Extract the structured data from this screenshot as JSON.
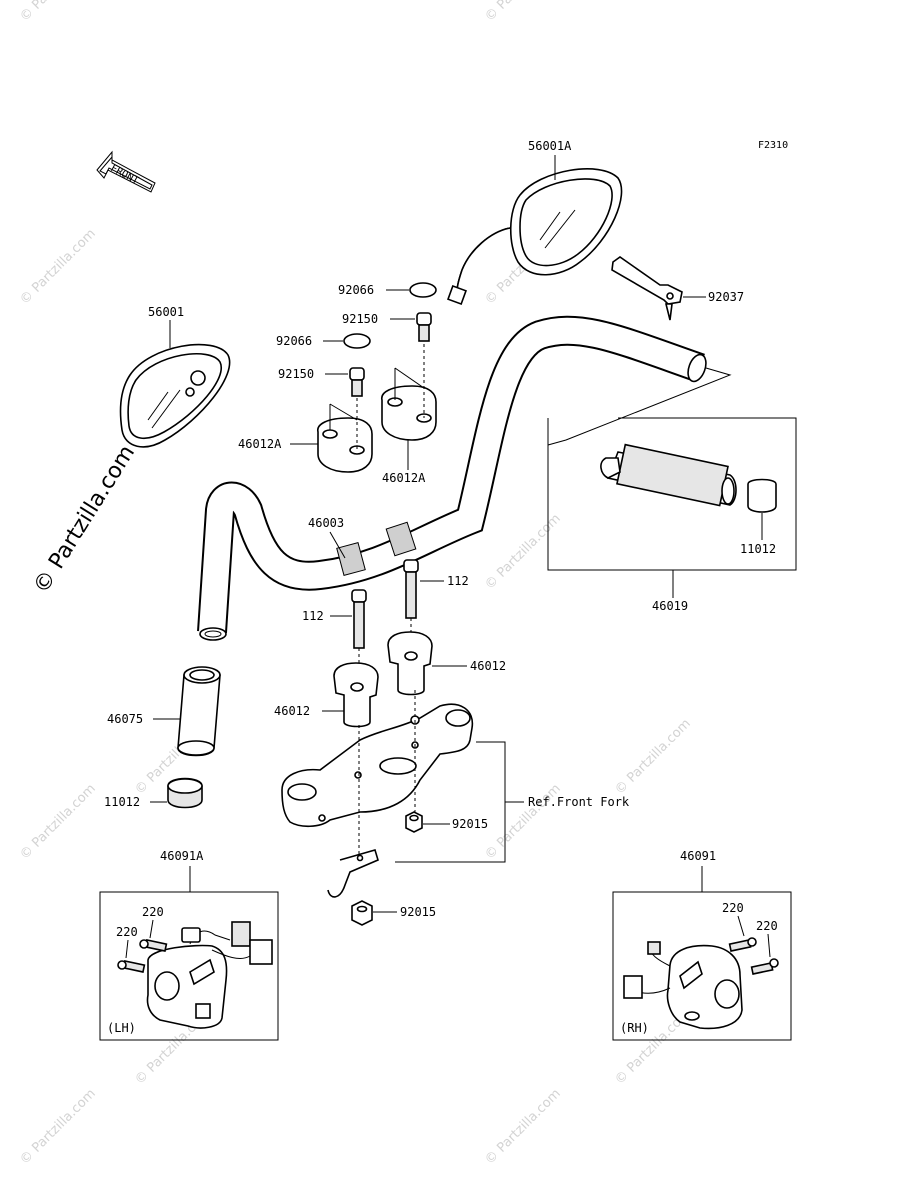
{
  "diagram": {
    "code": "F2310",
    "front_label": "FRONT",
    "labels": {
      "p56001A": "56001A",
      "p92037": "92037",
      "p56001": "56001",
      "p92066_a": "92066",
      "p92150_a": "92150",
      "p92066_b": "92066",
      "p92150_b": "92150",
      "p46012A_a": "46012A",
      "p46012A_b": "46012A",
      "p46003": "46003",
      "p11012_a": "11012",
      "p46019": "46019",
      "p112_a": "112",
      "p112_b": "112",
      "p46012_a": "46012",
      "p46012_b": "46012",
      "p46075": "46075",
      "p11012_b": "11012",
      "p92015_a": "92015",
      "ref_front_fork": "Ref.Front Fork",
      "p46091A": "46091A",
      "p46091": "46091",
      "p92015_b": "92015",
      "p220_a": "220",
      "p220_b": "220",
      "p220_c": "220",
      "p220_d": "220",
      "lh": "(LH)",
      "rh": "(RH)"
    },
    "watermark": {
      "main": "© Partzilla.com",
      "tile": "© Partzilla.com"
    }
  }
}
